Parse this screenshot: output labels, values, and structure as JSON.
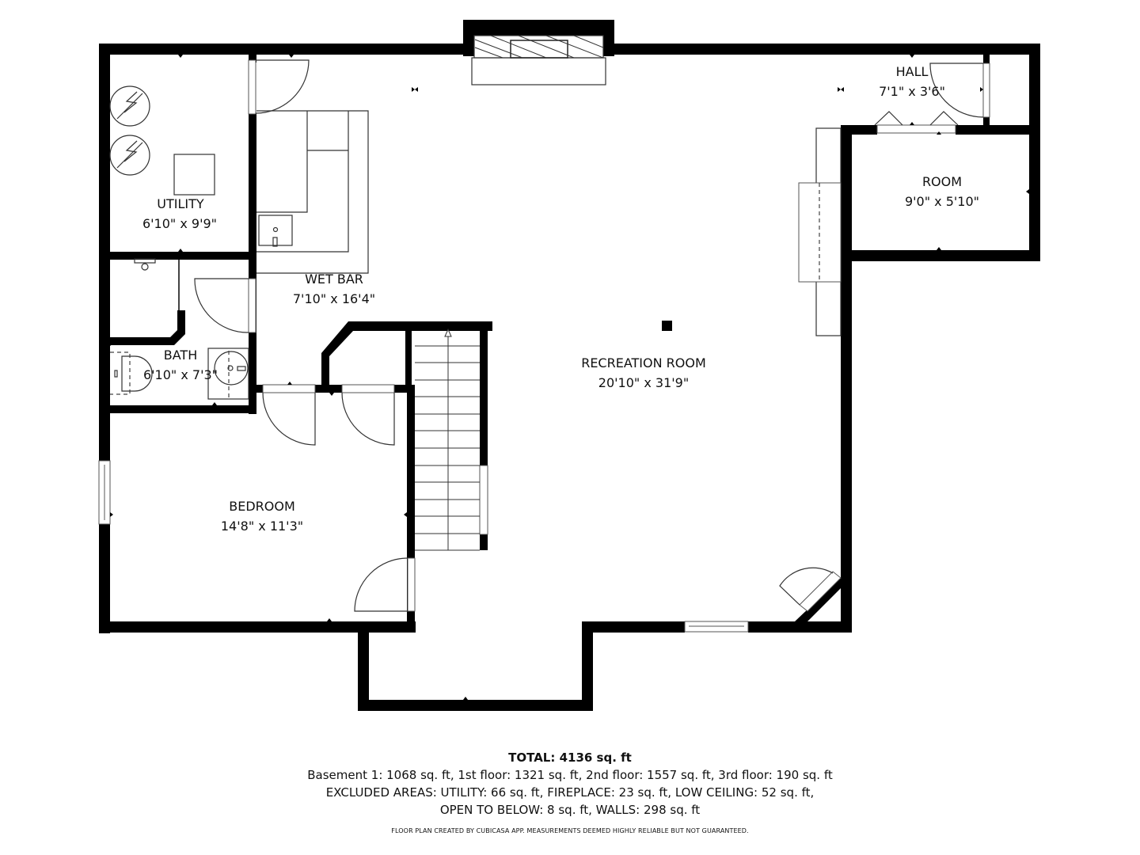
{
  "rooms": [
    {
      "id": "utility",
      "name": "UTILITY",
      "dims": "6'10\" x 9'9\""
    },
    {
      "id": "wet_bar",
      "name": "WET BAR",
      "dims": "7'10\" x 16'4\""
    },
    {
      "id": "bath",
      "name": "BATH",
      "dims": "6'10\" x 7'3\""
    },
    {
      "id": "bedroom",
      "name": "BEDROOM",
      "dims": "14'8\" x 11'3\""
    },
    {
      "id": "recreation_room",
      "name": "RECREATION ROOM",
      "dims": "20'10\" x 31'9\""
    },
    {
      "id": "hall",
      "name": "HALL",
      "dims": "7'1\" x 3'6\""
    },
    {
      "id": "room",
      "name": "ROOM",
      "dims": "9'0\" x 5'10\""
    }
  ],
  "summary": {
    "total": "TOTAL: 4136 sq. ft",
    "floors": "Basement 1: 1068 sq. ft, 1st floor: 1321 sq. ft, 2nd floor: 1557 sq. ft, 3rd floor: 190 sq. ft",
    "excluded_line1": "EXCLUDED AREAS: UTILITY: 66 sq. ft, FIREPLACE: 23 sq. ft, LOW CEILING: 52 sq. ft,",
    "excluded_line2": "OPEN TO BELOW: 8 sq. ft, WALLS: 298 sq. ft",
    "credit": "FLOOR PLAN CREATED BY CUBICASA APP. MEASUREMENTS DEEMED HIGHLY RELIABLE BUT NOT GUARANTEED."
  },
  "colors": {
    "wall": "#000000",
    "background": "#ffffff",
    "text": "#111111"
  }
}
